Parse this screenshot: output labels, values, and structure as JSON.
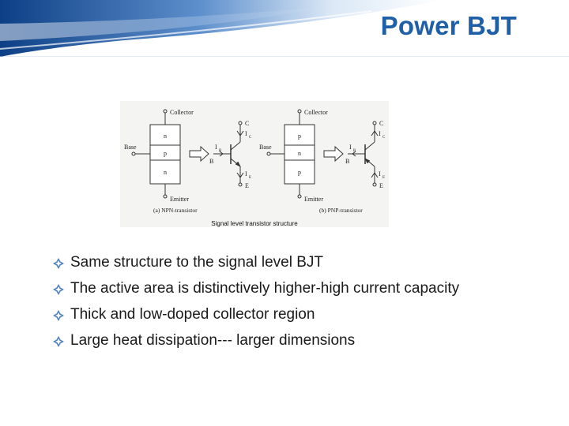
{
  "slide": {
    "title": "Power BJT"
  },
  "figure": {
    "npn": {
      "collector": "Collector",
      "emitter": "Emitter",
      "base": "Base",
      "layers": [
        "n",
        "p",
        "n"
      ],
      "caption": "(a) NPN-transistor"
    },
    "pnp": {
      "collector": "Collector",
      "emitter": "Emitter",
      "base": "Base",
      "layers": [
        "p",
        "n",
        "p"
      ],
      "caption": "(b) PNP-transistor"
    },
    "symbol": {
      "c": "C",
      "e": "E",
      "b": "B",
      "i": "I",
      "ic_sub": "C",
      "ib_sub": "B",
      "ie_sub": "E"
    },
    "caption": "Signal level transistor structure"
  },
  "bullets": [
    "Same structure to the signal level BJT",
    "The active area is distinctively higher-high current capacity",
    "Thick and low-doped collector region",
    "Large heat dissipation--- larger dimensions"
  ],
  "colors": {
    "title": "#1f5fa8",
    "header_blue": "#1e5aa6",
    "bullet": "#4a7fc1"
  }
}
